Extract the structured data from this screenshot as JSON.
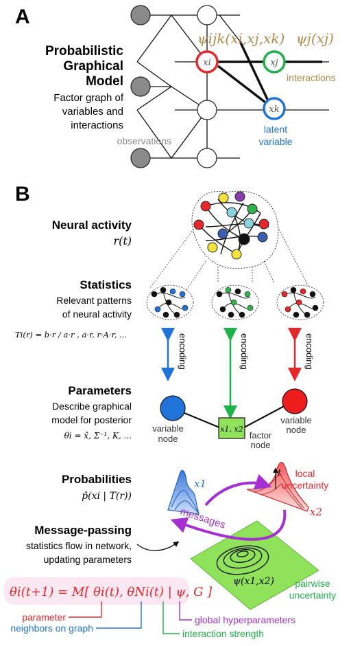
{
  "panel_a": {
    "letter": "A",
    "title_line1": "Probabilistic",
    "title_line2": "Graphical",
    "title_line3": "Model",
    "desc_line1": "Factor graph of",
    "desc_line2": "variables and",
    "desc_line3": "interactions",
    "observations_label": "observations",
    "latent_line1": "latent",
    "latent_line2": "variable",
    "interactions_label": "interactions",
    "factor_pairwise": "ψijk(xi,xj,xk)",
    "factor_single": "ψj(xj)",
    "node_xi": "xi",
    "node_xj": "xj",
    "node_xk": "xk"
  },
  "panel_b": {
    "letter": "B",
    "neural_title": "Neural activity",
    "neural_formula": "r(t)",
    "statistics_title": "Statistics",
    "statistics_line1": "Relevant patterns",
    "statistics_line2": "of neural activity",
    "statistics_formula": "Ti(r) = b·r / a·r ,  a·r,  r·A·r, ...",
    "encoding_label": "encoding",
    "parameters_title": "Parameters",
    "parameters_line1": "Describe graphical",
    "parameters_line2": "model for posterior",
    "parameters_formula": "θi = x̂,  Σ⁻¹,  K, ...",
    "variable_node_line1": "variable",
    "variable_node_line2": "node",
    "factor_node_line1": "factor",
    "factor_node_line2": "node",
    "factor_box_label": "x1, x2",
    "probabilities_title": "Probabilities",
    "probabilities_formula": "p̂(xi | T(r))",
    "message_title": "Message-passing",
    "message_line1": "statistics flow in network,",
    "message_line2": "updating parameters",
    "x1_label": "x1",
    "x2_label": "x2",
    "t_label": "t",
    "local_line1": "local",
    "local_line2": "uncertainty",
    "messages_label": "messages",
    "psi_label": "ψ(x1,x2)",
    "pairwise_line1": "pairwise",
    "pairwise_line2": "uncertainty",
    "update_equation": "θi(t+1) = M[ θi(t), θNi(t) | ψ, G ]",
    "legend_parameter": "parameter",
    "legend_neighbors": "neighbors on graph",
    "legend_interaction": "interaction strength",
    "legend_global": "global hyperparameters"
  },
  "colors": {
    "red": "#e8272b",
    "green": "#1fb24a",
    "blue": "#1f73d9",
    "tan": "#b08a4a",
    "purple": "#a52fd0",
    "gray": "#8a8a8a",
    "light_green": "#8fe25a",
    "pink_bg": "#fbe8f2"
  }
}
